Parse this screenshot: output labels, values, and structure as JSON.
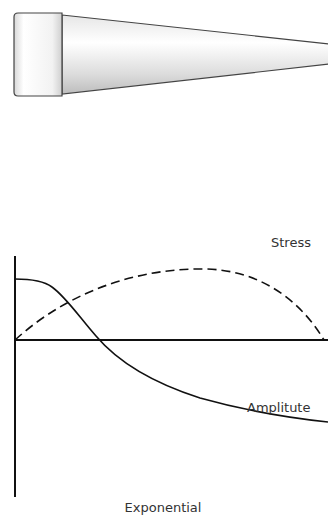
{
  "diagram": {
    "labels": [
      "Stress",
      "Amplitute",
      "Exponential"
    ]
  }
}
